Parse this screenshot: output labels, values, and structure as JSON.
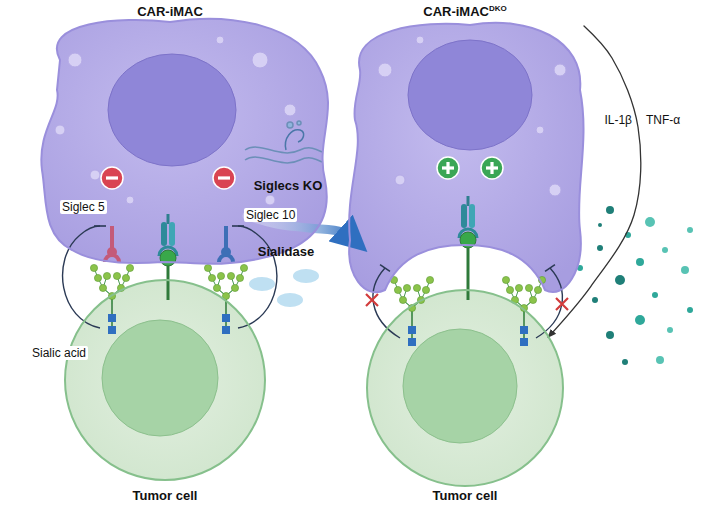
{
  "diagram": {
    "nodes": [
      {
        "text": [
          "CAR-iMAC"
        ]
      },
      {
        "text": [
          "Tumor cell"
        ]
      },
      {
        "text": [
          "CAR-iMAC",
          "DKO"
        ]
      },
      {
        "text": [
          "Tumor cell"
        ]
      }
    ],
    "edges": [
      {
        "from": 0,
        "to": 2,
        "arrow": "to"
      },
      {
        "from": 2,
        "to": 3,
        "arrow": "to"
      }
    ],
    "labels": [
      "Siglec 5",
      "Siglec 10",
      "Sialic acid",
      "Siglecs KO",
      "Sialidase",
      "IL-1β",
      "TNF-α"
    ]
  }
}
